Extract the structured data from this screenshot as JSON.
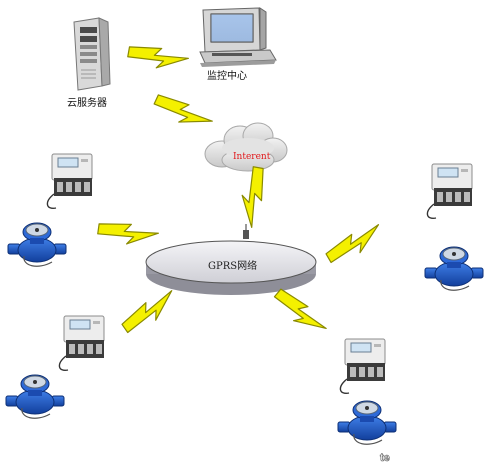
{
  "labels": {
    "server": "云服务器",
    "monitor": "监控中心",
    "cloud": "Interent",
    "network": "GPRS网络"
  },
  "watermark": "te",
  "icons": {
    "server": "server-tower-icon",
    "monitor": "desktop-computer-icon",
    "cloud": "cloud-icon",
    "lightning": "lightning-bolt-icon",
    "meter_controller": "meter-controller-box-icon",
    "water_meter": "water-meter-icon"
  },
  "colors": {
    "lightning": "#f4f000",
    "lightning_stroke": "#8a8a00",
    "network_disk": "#e6e6ea",
    "meter_blue": "#1a56c6",
    "cloud_label": "#e0181b"
  }
}
